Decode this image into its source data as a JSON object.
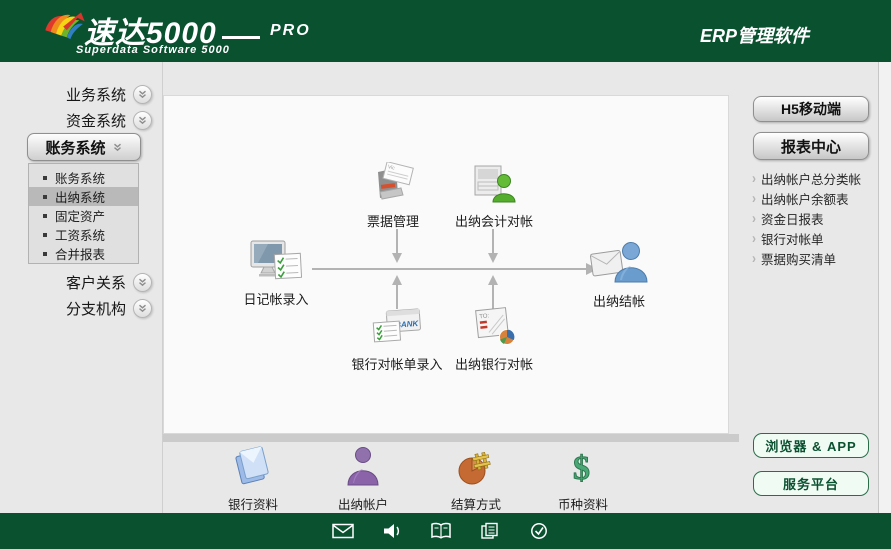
{
  "header": {
    "brand": "速达5000",
    "brand_suffix": "PRO",
    "brand_sub": "Superdata Software 5000",
    "tagline": "ERP管理软件"
  },
  "sidebar": {
    "groups": [
      {
        "label": "业务系统"
      },
      {
        "label": "资金系统"
      },
      {
        "label": "账务系统",
        "active": true
      },
      {
        "label": "客户关系"
      },
      {
        "label": "分支机构"
      }
    ],
    "submenu": {
      "items": [
        {
          "label": "账务系统"
        },
        {
          "label": "出纳系统",
          "selected": true
        },
        {
          "label": "固定资产"
        },
        {
          "label": "工资系统"
        },
        {
          "label": "合并报表"
        }
      ]
    }
  },
  "flowchart": {
    "nodes": [
      {
        "label": "日记帐录入",
        "icon": "journal-entry-icon"
      },
      {
        "label": "票据管理",
        "icon": "bill-management-icon"
      },
      {
        "label": "出纳会计对帐",
        "icon": "cashier-accounting-recon-icon"
      },
      {
        "label": "银行对帐单录入",
        "icon": "bank-statement-entry-icon"
      },
      {
        "label": "出纳银行对帐",
        "icon": "cashier-bank-recon-icon"
      },
      {
        "label": "出纳结帐",
        "icon": "cashier-closing-icon"
      }
    ]
  },
  "right_panel": {
    "h5_button": "H5移动端",
    "report_button": "报表中心",
    "links": [
      "出纳帐户总分类帐",
      "出纳帐户余额表",
      "资金日报表",
      "银行对帐单",
      "票据购买清单"
    ],
    "browser_button": "浏览器 & APP",
    "service_button": "服务平台"
  },
  "bottom_toolbar": {
    "items": [
      {
        "label": "银行资料",
        "icon": "bank-data-icon"
      },
      {
        "label": "出纳帐户",
        "icon": "cashier-account-icon"
      },
      {
        "label": "结算方式",
        "icon": "settlement-method-icon"
      },
      {
        "label": "币种资料",
        "icon": "currency-data-icon"
      }
    ]
  },
  "footer": {
    "icons": [
      "mail-icon",
      "sound-icon",
      "help-book-icon",
      "copy-icon",
      "schedule-icon"
    ]
  },
  "colors": {
    "brand_green": "#0a5130",
    "panel_gray": "#e8e8e8",
    "canvas_white": "#fafafa"
  }
}
